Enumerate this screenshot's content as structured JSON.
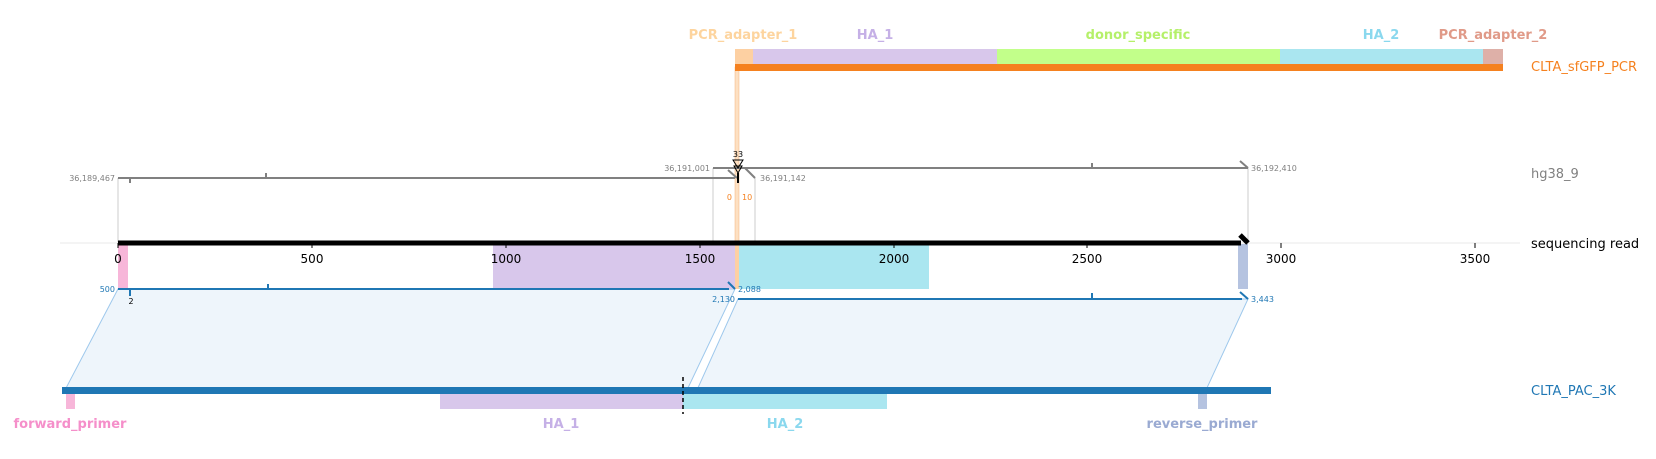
{
  "tracks": {
    "donor": {
      "label": "CLTA_sfGFP_PCR",
      "color": "#f5811f"
    },
    "genome": {
      "label": "hg38_9",
      "color": "#808080"
    },
    "read": {
      "label": "sequencing read",
      "color": "#000000"
    },
    "plasmid": {
      "label": "CLTA_PAC_3K",
      "color": "#1f77b4"
    }
  },
  "donor_features": [
    {
      "name": "PCR_adapter_1",
      "color": "#fdd0a2",
      "text_color": "#fdd49e"
    },
    {
      "name": "HA_1",
      "color": "#d8c7eb",
      "text_color": "#c5b0e6"
    },
    {
      "name": "donor_specific",
      "color": "#c2ff8a",
      "text_color": "#b5f06a"
    },
    {
      "name": "HA_2",
      "color": "#aae6f0",
      "text_color": "#8ad8ee"
    },
    {
      "name": "PCR_adapter_2",
      "color": "#deb0a8",
      "text_color": "#e09a88"
    }
  ],
  "plasmid_features": [
    {
      "name": "forward_primer",
      "color": "#f7b6d9",
      "text_color": "#f58fca"
    },
    {
      "name": "HA_1",
      "color": "#d8c7eb",
      "text_color": "#c5b0e6"
    },
    {
      "name": "HA_2",
      "color": "#aae6f0",
      "text_color": "#8ad8ee"
    },
    {
      "name": "reverse_primer",
      "color": "#b5c3e0",
      "text_color": "#9aaad2"
    }
  ],
  "read_axis": {
    "ticks": [
      "0",
      "500",
      "1000",
      "1500",
      "2000",
      "2500",
      "3000",
      "3500"
    ]
  },
  "genome_coords": {
    "left_start": "36,189,467",
    "left_end": "36,191,001",
    "right_start": "36,191,142",
    "right_end": "36,192,410"
  },
  "plasmid_coords": {
    "left_start": "500",
    "left_end": "2,088",
    "right_start": "2,130",
    "right_end": "3,443"
  },
  "annotations": {
    "donor_left": "0",
    "donor_right": "10",
    "insertion_top": "33",
    "plasmid_small": "2"
  }
}
